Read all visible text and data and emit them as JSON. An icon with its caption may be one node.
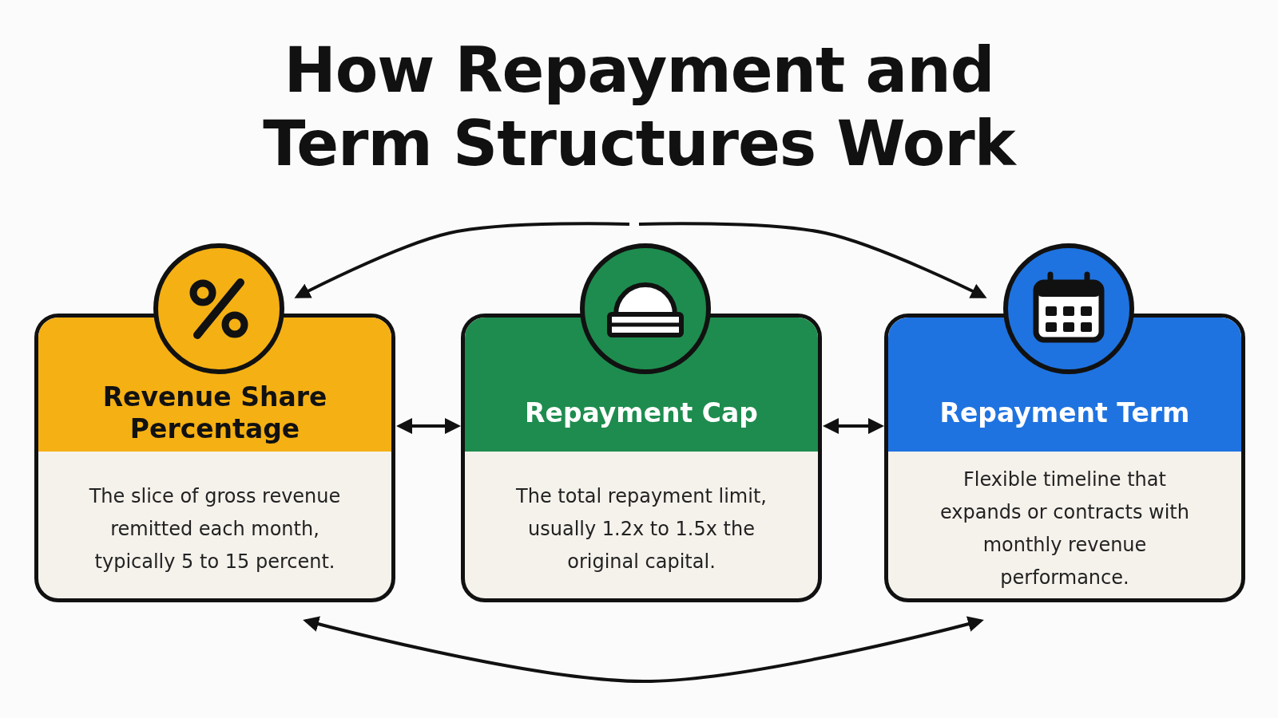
{
  "diagram": {
    "title": "How Repayment and Term Structures Work",
    "nodes": [
      {
        "text": [
          "Revenue Share Percentage",
          "The slice of gross revenue remitted each month, typically 5 to 15 percent."
        ]
      },
      {
        "text": [
          "Repayment Cap",
          "The total repayment limit, usually 1.2x to 1.5x the original capital."
        ]
      },
      {
        "text": [
          "Repayment Term",
          "Flexible timeline that expands or contracts with monthly revenue performance."
        ]
      }
    ],
    "edges": [
      {
        "from": null,
        "to": 0,
        "arrow": "to"
      },
      {
        "from": null,
        "to": 2,
        "arrow": "to"
      },
      {
        "from": 0,
        "to": 1,
        "arrow": "both"
      },
      {
        "from": 1,
        "to": 2,
        "arrow": "both"
      },
      {
        "from": 0,
        "to": 2,
        "arrow": "both"
      }
    ]
  }
}
